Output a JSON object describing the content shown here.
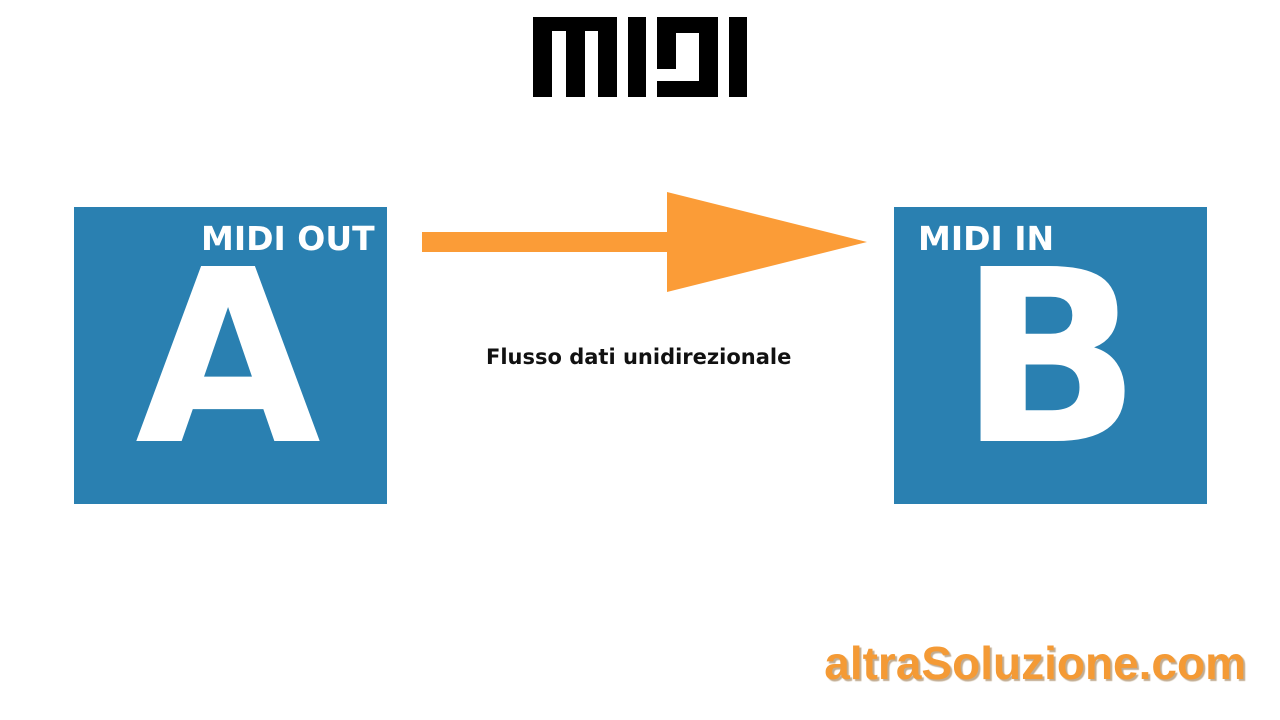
{
  "logo": {
    "text": "MIDI",
    "icon": "midi-logo"
  },
  "device_a": {
    "label": "MIDI OUT",
    "letter": "A"
  },
  "device_b": {
    "label": "MIDI IN",
    "letter": "B"
  },
  "flow": {
    "text": "Flusso dati unidirezionale",
    "direction": "A-to-B"
  },
  "watermark": {
    "text": "altraSoluzione.com"
  },
  "colors": {
    "box_blue": "#2a80b1",
    "arrow_orange": "#fb9c37",
    "logo_black": "#000000",
    "text_white": "#ffffff",
    "watermark_orange": "#f49a35"
  }
}
